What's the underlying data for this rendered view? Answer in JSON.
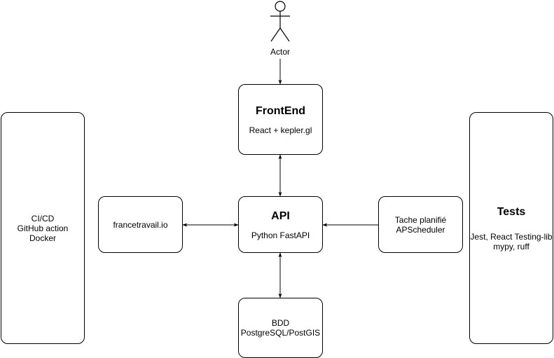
{
  "actor": {
    "label": "Actor"
  },
  "frontend": {
    "title": "FrontEnd",
    "body": "React + kepler.gl"
  },
  "api": {
    "title": "API",
    "body": "Python FastAPI"
  },
  "external": {
    "body": "francetravail.io"
  },
  "scheduler": {
    "body": "Tache planifié\nAPScheduler"
  },
  "database": {
    "body": "BDD\nPostgreSQL/PostGIS"
  },
  "cicd": {
    "body": "CI/CD\nGitHub action\nDocker"
  },
  "tests": {
    "title": "Tests",
    "body": "Jest, React Testing-lib\nmypy, ruff"
  },
  "colors": {
    "stroke": "#000000",
    "background": "#ffffff"
  }
}
